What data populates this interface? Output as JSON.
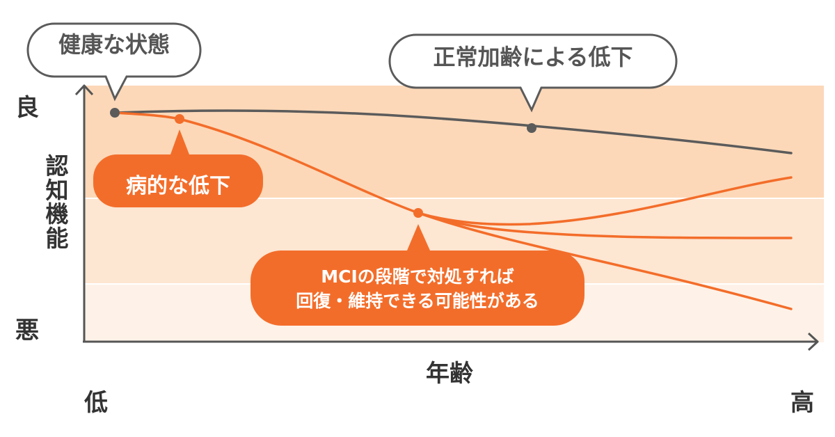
{
  "axes": {
    "y_title": "認知機能",
    "y_high": "良",
    "y_low": "悪",
    "x_title": "年齢",
    "x_low": "低",
    "x_high": "高"
  },
  "callouts": {
    "healthy": "健康な状態",
    "normal_aging": "正常加齢による低下",
    "disease": "病的な低下",
    "mci_line1": "MCIの段階で対処すれば",
    "mci_line2": "回復・維持できる可能性がある"
  },
  "colors": {
    "band_high": "#fcd8b8",
    "band_mid": "#fde6d2",
    "band_low": "#fef2e8",
    "normal_line": "#5b5b5b",
    "disease_line": "#f36d2a",
    "axis": "#555555"
  }
}
